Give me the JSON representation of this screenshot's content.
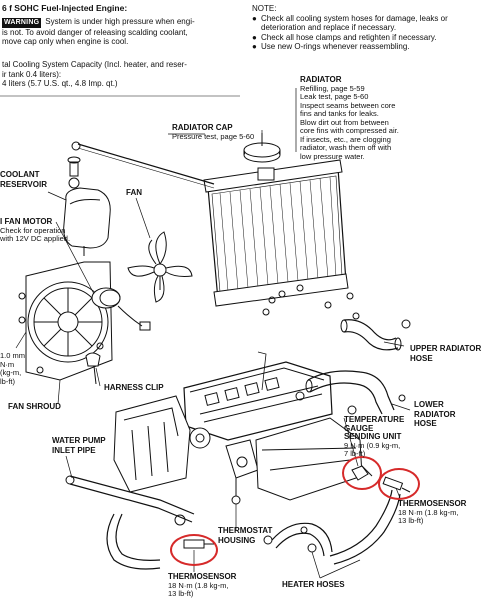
{
  "header": {
    "engine_title": "6 f SOHC Fuel-Injected Engine:",
    "warning_badge": "WARNING",
    "warning_lines": [
      "System is under high pressure when engi-",
      "is not. To avoid danger of releasing scalding coolant,",
      "move cap only when engine is cool."
    ],
    "capacity_lines": [
      "tal Cooling System Capacity (Incl. heater, and reser-",
      "ir tank 0.4 liters):",
      "4 liters (5.7 U.S. qt., 4.8 Imp. qt.)"
    ]
  },
  "note": {
    "title": "NOTE:",
    "items": [
      "Check all cooling system hoses for damage, leaks or",
      "deterioration and replace if necessary.",
      "Check all hose clamps and retighten if necessary.",
      "Use new O-rings whenever reassembling."
    ],
    "bullet": "●"
  },
  "labels": {
    "radiator_title": "RADIATOR",
    "radiator_lines": [
      "Refilling, page 5-59",
      "Leak test, page 5-60",
      "Inspect seams between core",
      "fins and tanks for leaks.",
      "Blow dirt out from between",
      "core fins with compressed air.",
      "If insects, etc., are clogging",
      "radiator, wash them off with",
      "low pressure water."
    ],
    "radiator_cap_title": "RADIATOR CAP",
    "radiator_cap_sub": "Pressure test, page 5-60",
    "coolant_reservoir": [
      "COOLANT",
      "RESERVOIR"
    ],
    "fan": "FAN",
    "fan_motor": [
      "FAN MOTOR",
      "Check for operation",
      "with 12V DC applied."
    ],
    "fan_motor_prefix": "I",
    "left_torque": [
      "1.0 mm",
      "N·m",
      "(kg-m,",
      "lb-ft)"
    ],
    "harness_clip": "HARNESS CLIP",
    "fan_shroud": "FAN SHROUD",
    "upper_radiator_hose": [
      "UPPER RADIATOR",
      "HOSE"
    ],
    "lower_radiator_hose": [
      "LOWER",
      "RADIATOR",
      "HOSE"
    ],
    "temp_gauge": [
      "TEMPERATURE",
      "GAUGE",
      "SENDING UNIT",
      "9 N·m (0.9 kg-m,",
      "7 lb-ft)"
    ],
    "thermosensor_right": [
      "THERMOSENSOR",
      "18 N·m (1.8 kg-m,",
      "13 lb-ft)"
    ],
    "water_pump_inlet": [
      "WATER PUMP",
      "INLET PIPE"
    ],
    "thermostat_housing": [
      "THERMOSTAT",
      "HOUSING"
    ],
    "thermosensor_bottom": [
      "THERMOSENSOR",
      "18 N·m (1.8 kg-m,",
      "13 lb-ft)"
    ],
    "heater_hoses": "HEATER HOSES"
  },
  "colors": {
    "ink": "#111111",
    "highlight": "#d62a2a",
    "paper": "#ffffff"
  }
}
